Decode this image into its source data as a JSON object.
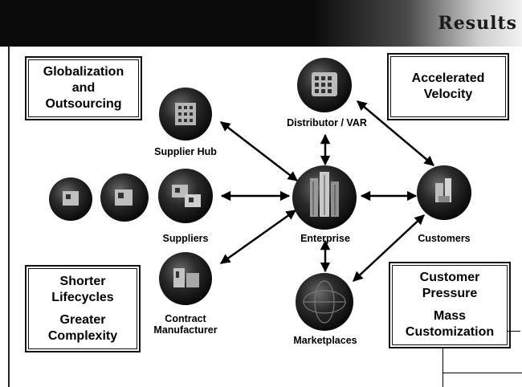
{
  "header": {
    "brand_text": "Results"
  },
  "boxes": {
    "globalization": {
      "line1": "Globalization",
      "line2": "and",
      "line3": "Outsourcing"
    },
    "velocity": {
      "line1": "Accelerated",
      "line2": "Velocity"
    },
    "lifecycles": {
      "line1": "Shorter",
      "line2": "Lifecycles",
      "line3": "Greater",
      "line4": "Complexity"
    },
    "customer": {
      "line1": "Customer",
      "line2": "Pressure",
      "line3": "Mass",
      "line4": "Customization"
    }
  },
  "nodes": {
    "distributor": {
      "label": "Distributor / VAR",
      "icon": "warehouse-icon"
    },
    "supplier_hub": {
      "label": "Supplier Hub",
      "icon": "building-icon"
    },
    "suppliers": {
      "label": "Suppliers",
      "icon": "factory-icon"
    },
    "enterprise": {
      "label": "Enterprise",
      "icon": "skyscraper-icon"
    },
    "customers": {
      "label": "Customers",
      "icon": "city-icon"
    },
    "contract": {
      "label_line1": "Contract",
      "label_line2": "Manufacturer",
      "icon": "plant-icon"
    },
    "marketplaces": {
      "label": "Marketplaces",
      "icon": "globe-icon"
    }
  },
  "colors": {
    "header": "#0b0b0b",
    "node_fill": "#1c1c1c",
    "arrow": "#000000"
  }
}
